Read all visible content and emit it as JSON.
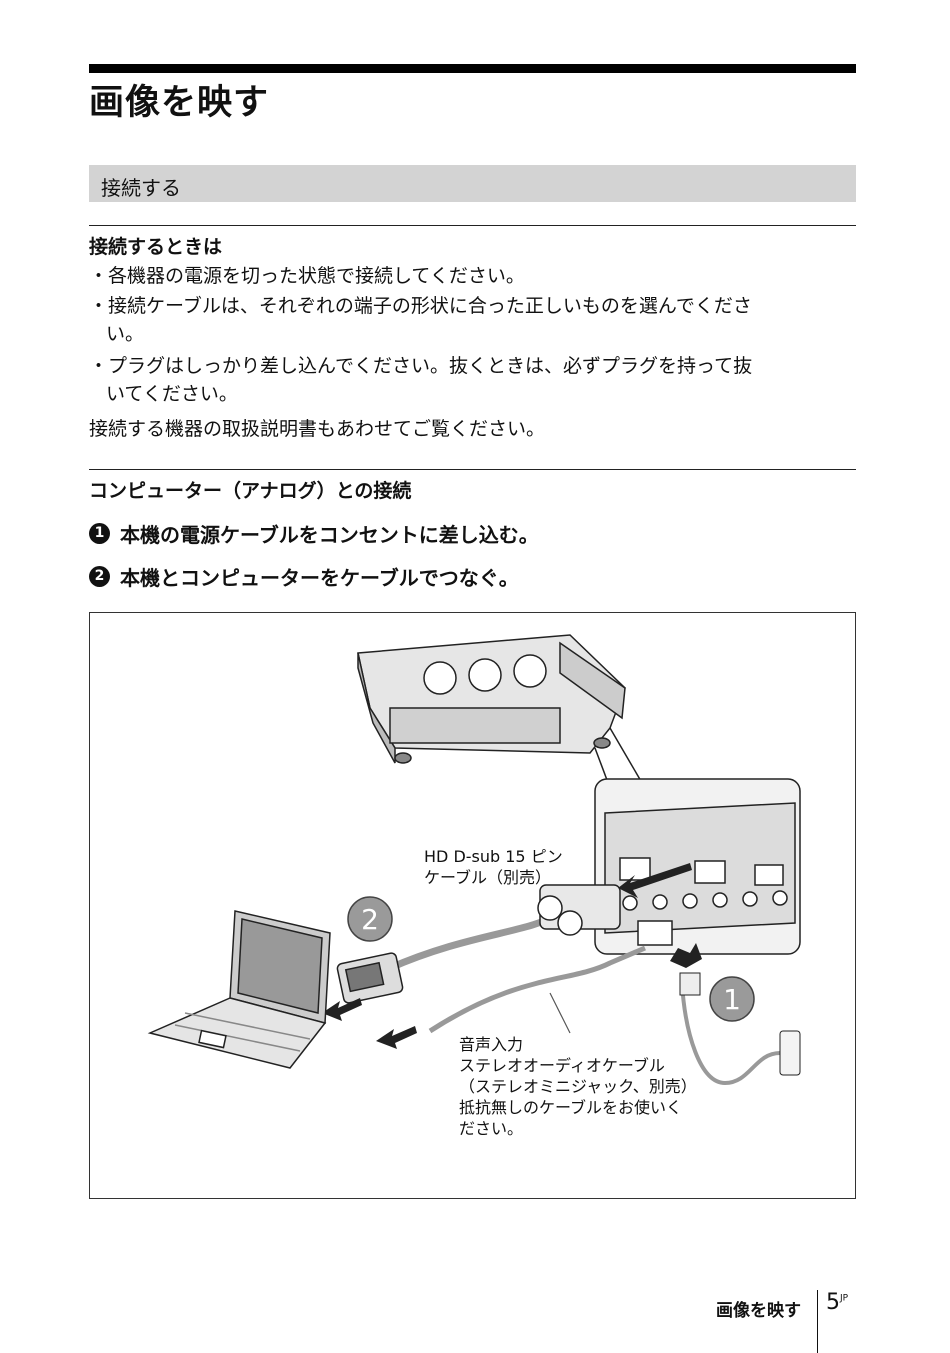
{
  "page": {
    "title": "画像を映す",
    "section": "接続する",
    "subsection1": {
      "heading": "接続するときは",
      "bullets": [
        {
          "line1": "・各機器の電源を切った状態で接続してください。",
          "line2": ""
        },
        {
          "line1": "・接続ケーブルは、それぞれの端子の形状に合った正しいものを選んでくださ",
          "line2": "い。"
        },
        {
          "line1": "・プラグはしっかり差し込んでください。抜くときは、必ずプラグを持って抜",
          "line2": "いてください。"
        }
      ],
      "note": "接続する機器の取扱説明書もあわせてご覧ください。"
    },
    "subsection2": {
      "heading": "コンピューター（アナログ）との接続",
      "steps": [
        {
          "num": "1",
          "text": "本機の電源ケーブルをコンセントに差し込む。"
        },
        {
          "num": "2",
          "text": "本機とコンピューターをケーブルでつなぐ。"
        }
      ]
    },
    "figure": {
      "callout_cable": "HD D-sub 15 ピン\nケーブル（別売）",
      "callout_audio": "音声入力\nステレオオーディオケーブル\n（ステレオミニジャック、別売）\n抵抗無しのケーブルをお使いく\nださい。",
      "marker1": "1",
      "marker2": "2"
    },
    "footer": {
      "label": "画像を映す",
      "page_number": "5",
      "page_suffix": "JP"
    }
  }
}
